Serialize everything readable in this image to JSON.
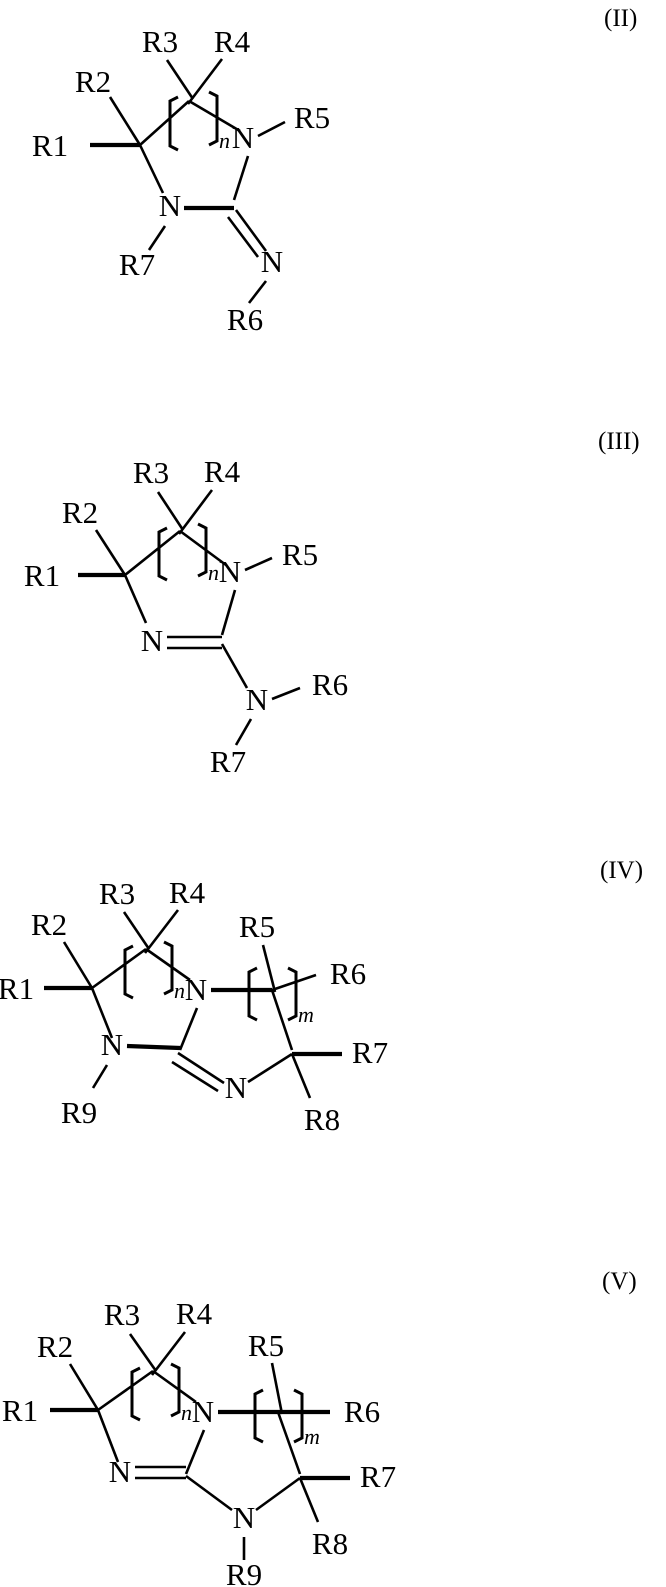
{
  "document": {
    "type": "patent-chemical-structure-sheet",
    "page_background": "#ffffff",
    "ink_color": "#000000"
  },
  "formulas": [
    {
      "id": "formula-2",
      "label": "(II)",
      "ring_type": "imidazolidine (5-membered, 2 ring N)",
      "repeat_subscripts": [
        "n"
      ],
      "exocyclic_double_bond": "C2=N (exocyclic imine)",
      "substituents": [
        {
          "name": "R1",
          "text": "R1"
        },
        {
          "name": "R2",
          "text": "R2"
        },
        {
          "name": "R3",
          "text": "R3"
        },
        {
          "name": "R4",
          "text": "R4"
        },
        {
          "name": "R5",
          "text": "R5"
        },
        {
          "name": "R6",
          "text": "R6"
        },
        {
          "name": "R7",
          "text": "R7"
        }
      ],
      "atom_labels": [
        "N",
        "N",
        "N"
      ]
    },
    {
      "id": "formula-3",
      "label": "(III)",
      "ring_type": "imidazoline (5-membered, 2 ring N)",
      "repeat_subscripts": [
        "n"
      ],
      "endocyclic_double_bond": "C2=N3 (ring imine)",
      "substituents": [
        {
          "name": "R1",
          "text": "R1"
        },
        {
          "name": "R2",
          "text": "R2"
        },
        {
          "name": "R3",
          "text": "R3"
        },
        {
          "name": "R4",
          "text": "R4"
        },
        {
          "name": "R5",
          "text": "R5"
        },
        {
          "name": "R6",
          "text": "R6"
        },
        {
          "name": "R7",
          "text": "R7"
        }
      ],
      "atom_labels": [
        "N",
        "N",
        "N"
      ]
    },
    {
      "id": "formula-4",
      "label": "(IV)",
      "ring_type": "fused bicyclic, two 5-membered rings sharing C2",
      "repeat_subscripts": [
        "n",
        "m"
      ],
      "endocyclic_double_bond": "C2=N (bridge imine)",
      "substituents": [
        {
          "name": "R1",
          "text": "R1"
        },
        {
          "name": "R2",
          "text": "R2"
        },
        {
          "name": "R3",
          "text": "R3"
        },
        {
          "name": "R4",
          "text": "R4"
        },
        {
          "name": "R5",
          "text": "R5"
        },
        {
          "name": "R6",
          "text": "R6"
        },
        {
          "name": "R7",
          "text": "R7"
        },
        {
          "name": "R8",
          "text": "R8"
        },
        {
          "name": "R9",
          "text": "R9"
        }
      ],
      "atom_labels": [
        "N",
        "N",
        "N"
      ]
    },
    {
      "id": "formula-5",
      "label": "(V)",
      "ring_type": "fused bicyclic, two 5-membered rings sharing C2",
      "repeat_subscripts": [
        "n",
        "m"
      ],
      "endocyclic_double_bond": "C2=N (left ring imine)",
      "substituents": [
        {
          "name": "R1",
          "text": "R1"
        },
        {
          "name": "R2",
          "text": "R2"
        },
        {
          "name": "R3",
          "text": "R3"
        },
        {
          "name": "R4",
          "text": "R4"
        },
        {
          "name": "R5",
          "text": "R5"
        },
        {
          "name": "R6",
          "text": "R6"
        },
        {
          "name": "R7",
          "text": "R7"
        },
        {
          "name": "R8",
          "text": "R8"
        },
        {
          "name": "R9",
          "text": "R9"
        }
      ],
      "atom_labels": [
        "N",
        "N",
        "N"
      ]
    }
  ],
  "glyphs": {
    "nitrogen": "N",
    "subscript_n": "n",
    "subscript_m": "m"
  }
}
